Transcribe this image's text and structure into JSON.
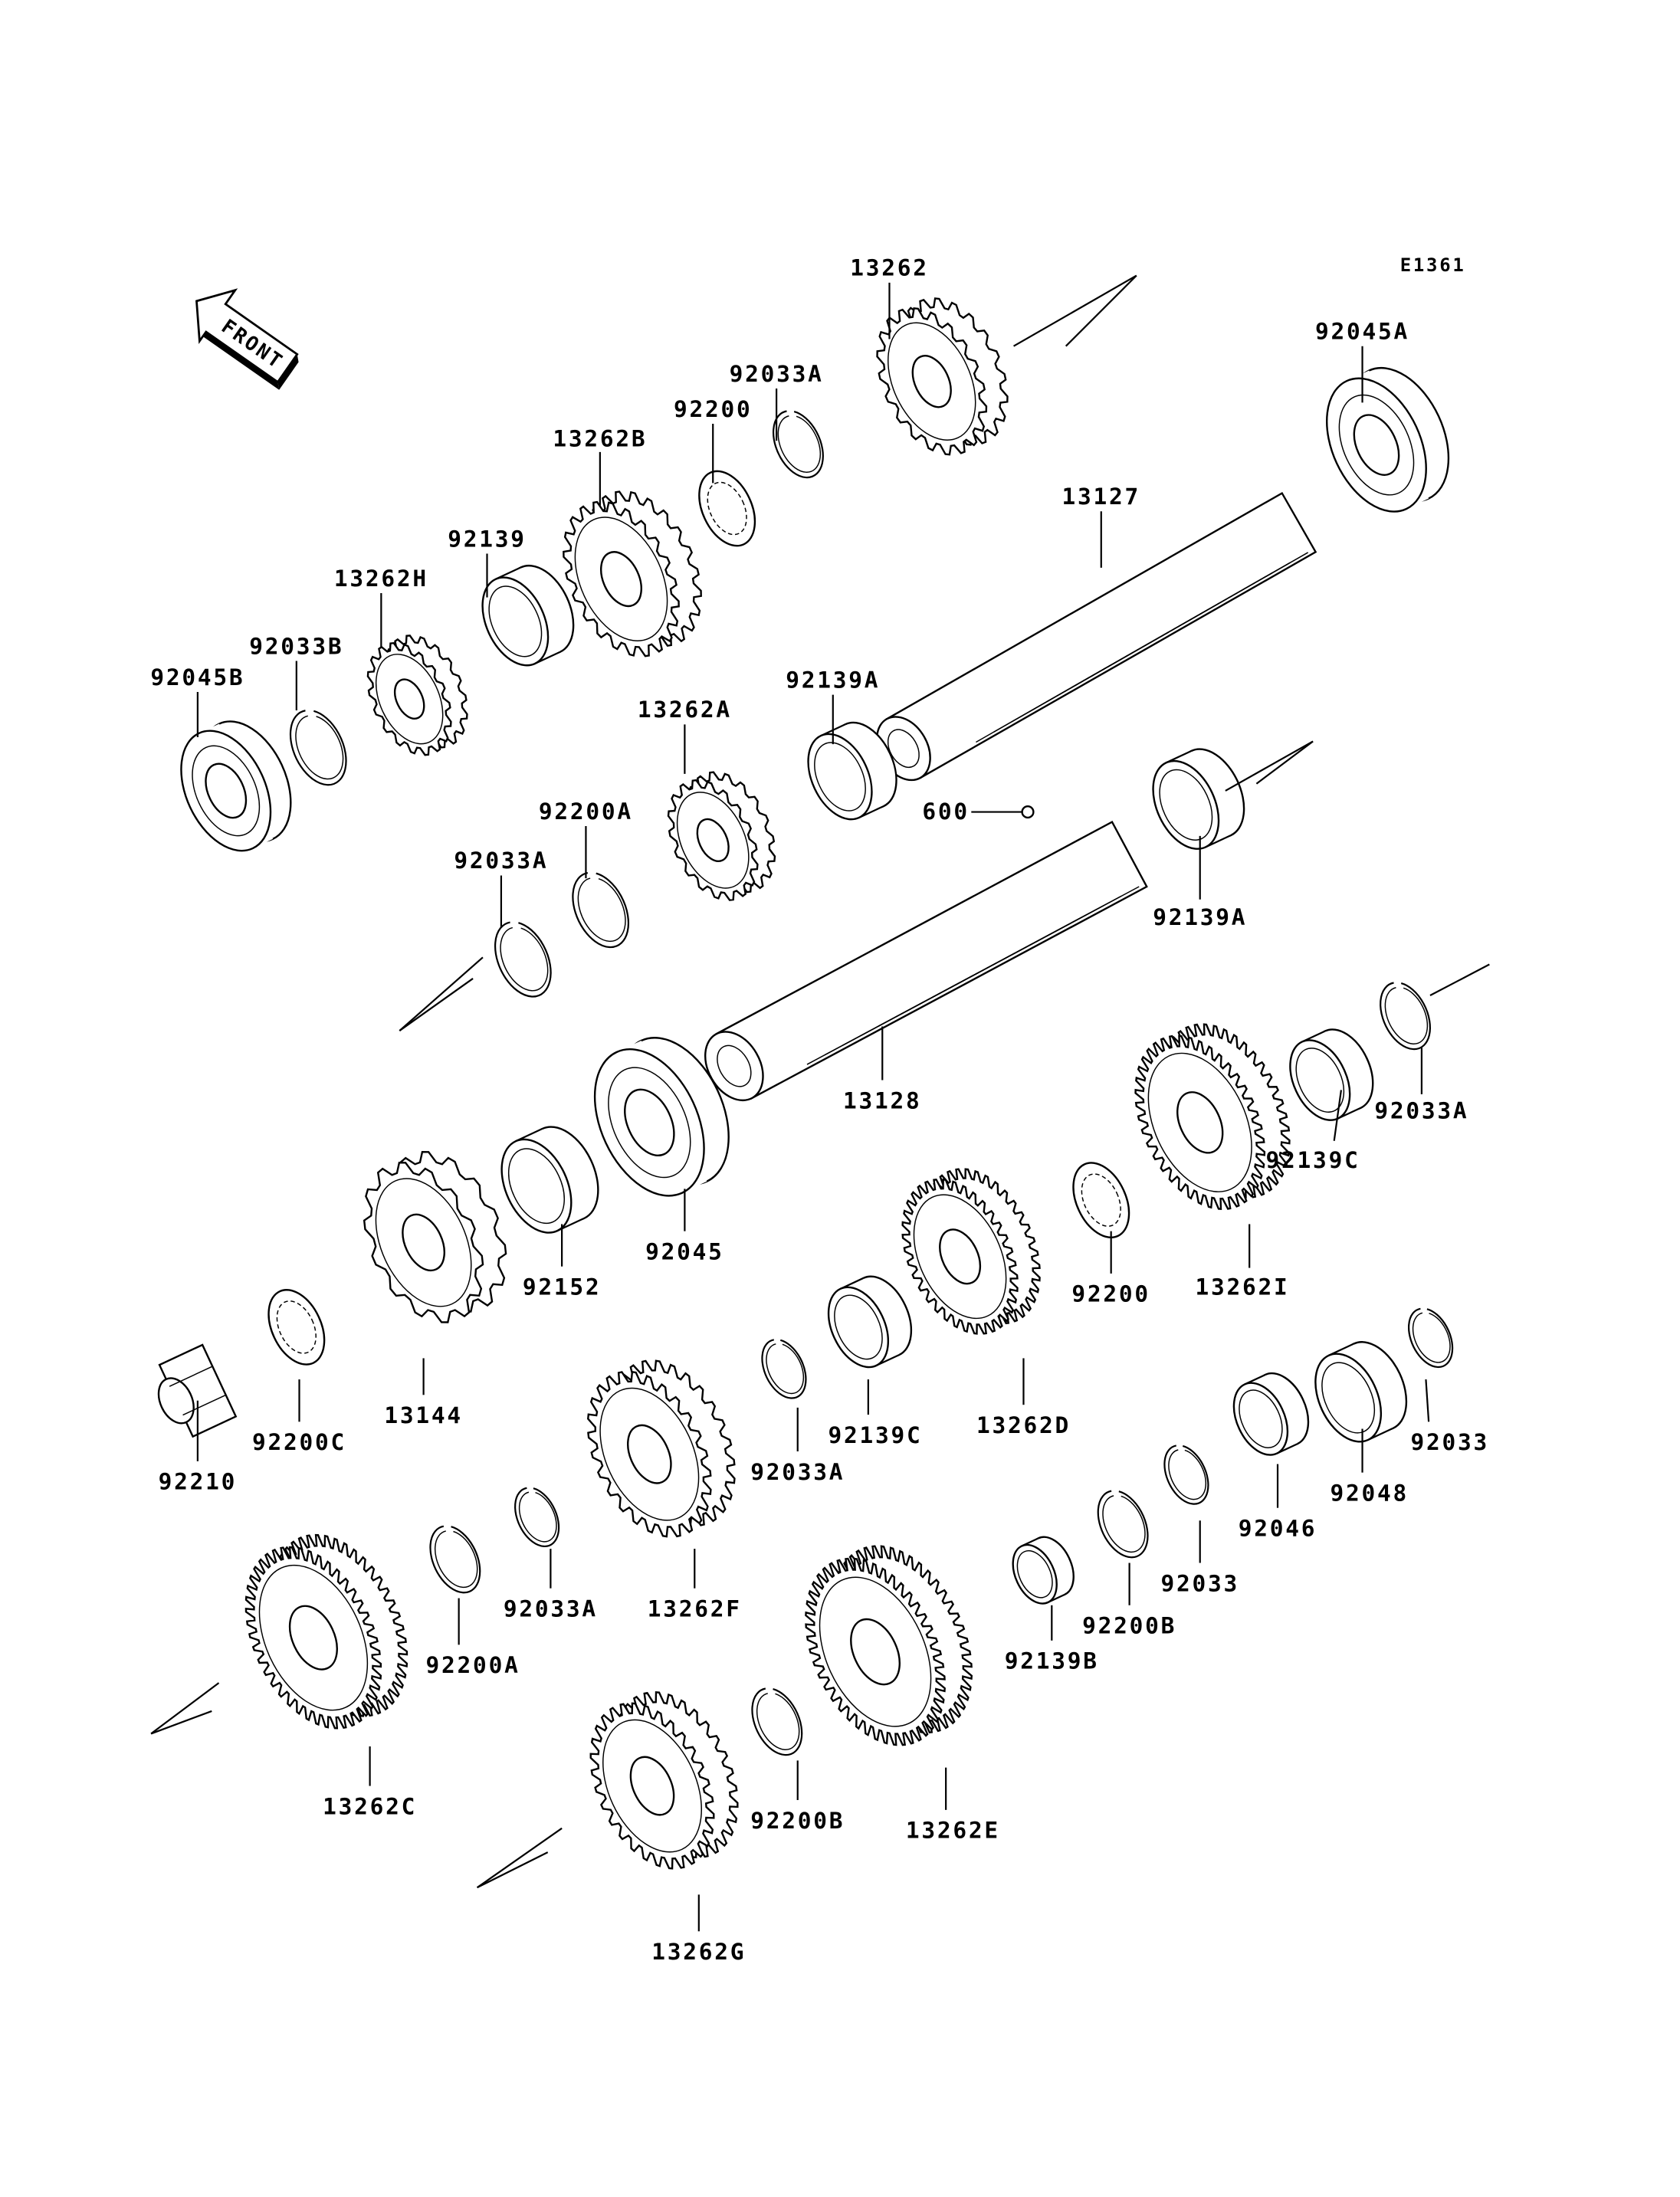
{
  "diagram": {
    "code": "E1361",
    "front_arrow": "FRONT",
    "colors": {
      "ink": "#000000",
      "background": "#ffffff"
    },
    "labels": [
      "13262",
      "92045A",
      "92033A",
      "92200",
      "13262B",
      "13127",
      "92139",
      "13262H",
      "92033B",
      "92045B",
      "92139A",
      "13262A",
      "92200A",
      "600",
      "92033A",
      "92139A",
      "92033A",
      "13128",
      "92139C",
      "13262I",
      "92045",
      "92152",
      "92200",
      "13144",
      "92200C",
      "92139C",
      "13262D",
      "92033A",
      "92033",
      "92210",
      "92048",
      "92046",
      "92033A",
      "13262F",
      "92033",
      "92200B",
      "92139B",
      "92200A",
      "13262C",
      "92200B",
      "13262E",
      "13262G"
    ]
  }
}
